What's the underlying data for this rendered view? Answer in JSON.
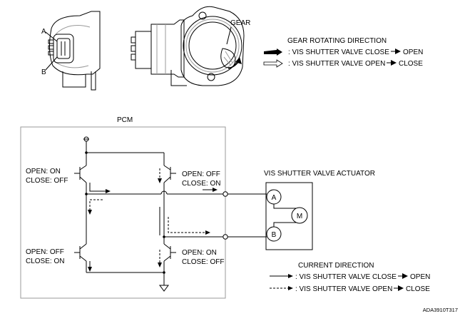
{
  "connector": {
    "pin_a": "A",
    "pin_b": "B"
  },
  "gear_label": "GEAR",
  "gear_legend": {
    "title": "GEAR ROTATING DIRECTION",
    "close_to_open": ": VIS SHUTTER VALVE CLOSE",
    "close_to_open_end": "OPEN",
    "open_to_close": ": VIS SHUTTER VALVE OPEN",
    "open_to_close_end": "CLOSE"
  },
  "pcm": {
    "label": "PCM",
    "transistors": {
      "top_left": {
        "line1": "OPEN: ON",
        "line2": "CLOSE: OFF"
      },
      "top_right": {
        "line1": "OPEN: OFF",
        "line2": "CLOSE: ON"
      },
      "bottom_left": {
        "line1": "OPEN: OFF",
        "line2": "CLOSE: ON"
      },
      "bottom_right": {
        "line1": "OPEN: ON",
        "line2": "CLOSE: OFF"
      }
    }
  },
  "actuator": {
    "label": "VIS SHUTTER VALVE ACTUATOR",
    "terminal_a": "A",
    "terminal_b": "B",
    "motor": "M"
  },
  "current_legend": {
    "title": "CURRENT DIRECTION",
    "close_to_open": ": VIS SHUTTER VALVE CLOSE",
    "close_to_open_end": "OPEN",
    "open_to_close": ": VIS SHUTTER VALVE OPEN",
    "open_to_close_end": "CLOSE"
  },
  "figure_code": "ADA3910T317"
}
